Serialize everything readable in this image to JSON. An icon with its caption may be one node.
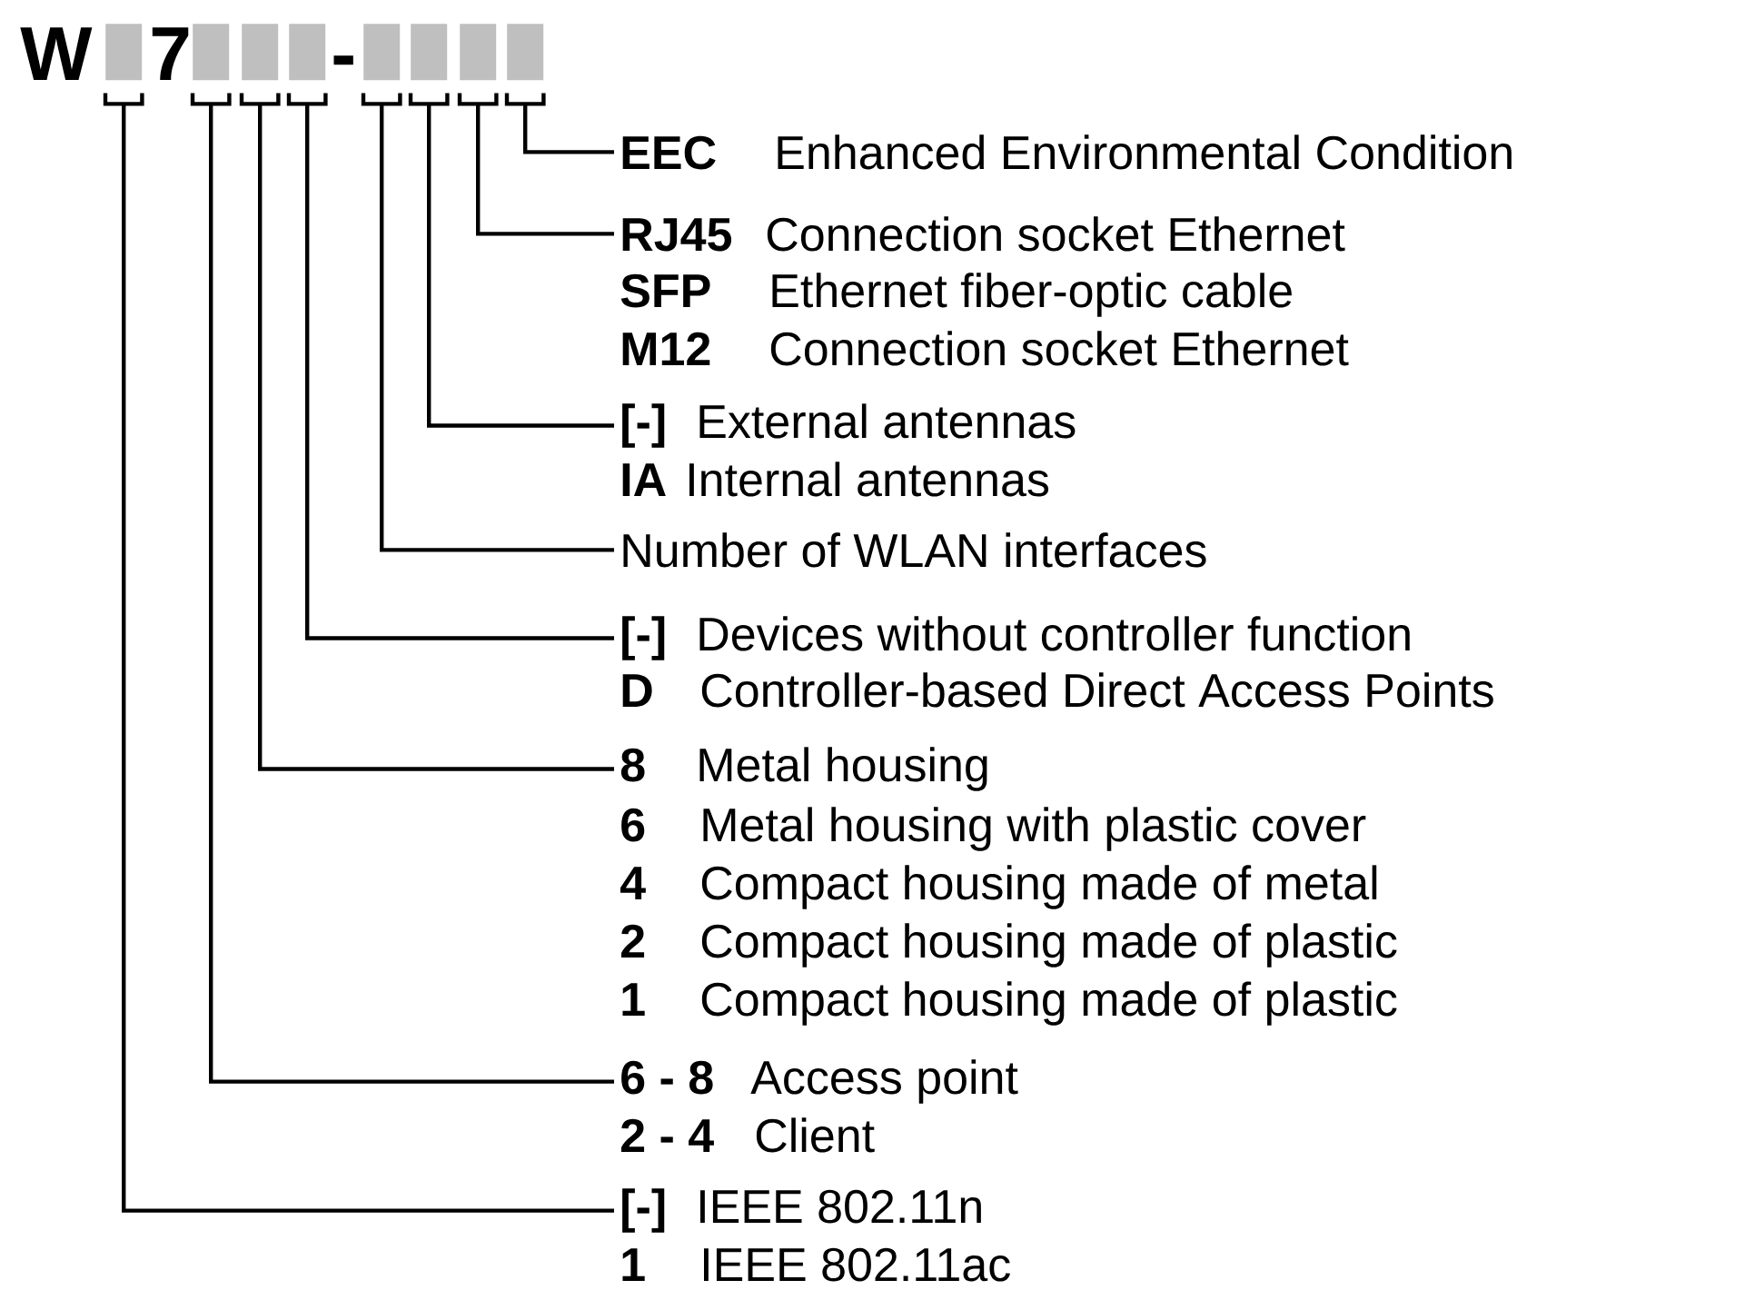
{
  "diagram": {
    "nodes": [
      {
        "text": [],
        "shape": "box"
      },
      {
        "text": [],
        "shape": "box"
      },
      {
        "text": [],
        "shape": "box"
      },
      {
        "text": [],
        "shape": "box"
      },
      {
        "text": [],
        "shape": "box"
      },
      {
        "text": [],
        "shape": "box"
      },
      {
        "text": [],
        "shape": "box"
      },
      {
        "text": [],
        "shape": "box"
      },
      {
        "text": [
          "EEC",
          "Enhanced Environmental Condition"
        ]
      },
      {
        "text": [
          "RJ45",
          "Connection socket Ethernet"
        ]
      },
      {
        "text": [
          "[-]",
          "External antennas"
        ]
      },
      {
        "text": [
          "Number of WLAN interfaces"
        ]
      },
      {
        "text": [
          "[-]",
          "Devices without controller function"
        ]
      },
      {
        "text": [
          "8",
          "Metal housing"
        ]
      },
      {
        "text": [
          "6 - 8",
          "Access point"
        ]
      },
      {
        "text": [
          "[-]",
          "IEEE 802.11n"
        ]
      }
    ],
    "edges": [
      {
        "from": 7,
        "to": 8,
        "arrow": "none"
      },
      {
        "from": 6,
        "to": 9,
        "arrow": "none"
      },
      {
        "from": 5,
        "to": 10,
        "arrow": "none"
      },
      {
        "from": 4,
        "to": 11,
        "arrow": "none"
      },
      {
        "from": 3,
        "to": 12,
        "arrow": "none"
      },
      {
        "from": 2,
        "to": 13,
        "arrow": "none"
      },
      {
        "from": 1,
        "to": 14,
        "arrow": "none"
      },
      {
        "from": 0,
        "to": 15,
        "arrow": "none"
      }
    ],
    "labels": [
      "W",
      "7",
      "-",
      "SFP",
      "Ethernet fiber-optic cable",
      "M12",
      "Connection socket Ethernet",
      "IA",
      "Internal antennas",
      "D",
      "Controller-based Direct Access Points",
      "6",
      "Metal housing with plastic cover",
      "4",
      "Compact housing made of metal",
      "2",
      "Compact housing made of plastic",
      "1",
      "Compact housing made of plastic",
      "2 - 4",
      "Client",
      "1",
      "IEEE 802.11ac"
    ]
  }
}
